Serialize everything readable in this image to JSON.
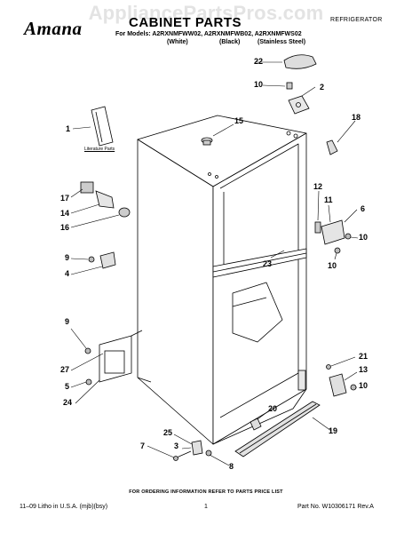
{
  "watermark": "AppliancePartsPros.com",
  "header": {
    "brand": "Amana",
    "title": "CABINET PARTS",
    "category": "REFRIGERATOR",
    "models_line": "For Models: A2RXNMFWW02, A2RXNMFWB02, A2RXNMFWS02",
    "variants": [
      "(White)",
      "(Black)",
      "(Stainless Steel)"
    ]
  },
  "literature_label": "Literature Parts",
  "callouts": {
    "c1": "1",
    "c2": "2",
    "c3": "3",
    "c4a": "4",
    "c5": "5",
    "c6": "6",
    "c7": "7",
    "c8": "8",
    "c9a": "9",
    "c9b": "9",
    "c10a": "10",
    "c10b": "10",
    "c10c": "10",
    "c10d": "10",
    "c11": "11",
    "c12": "12",
    "c13": "13",
    "c14": "14",
    "c15": "15",
    "c16": "16",
    "c17": "17",
    "c18": "18",
    "c19": "19",
    "c20": "20",
    "c21": "21",
    "c22": "22",
    "c23": "23",
    "c24": "24",
    "c25": "25",
    "c27": "27"
  },
  "footer": {
    "order_info": "FOR ORDERING INFORMATION REFER TO PARTS PRICE LIST",
    "litho": "11–09 Litho in U.S.A. (mjb)(bsy)",
    "page": "1",
    "part_no": "Part No. W10306171 Rev.A"
  }
}
